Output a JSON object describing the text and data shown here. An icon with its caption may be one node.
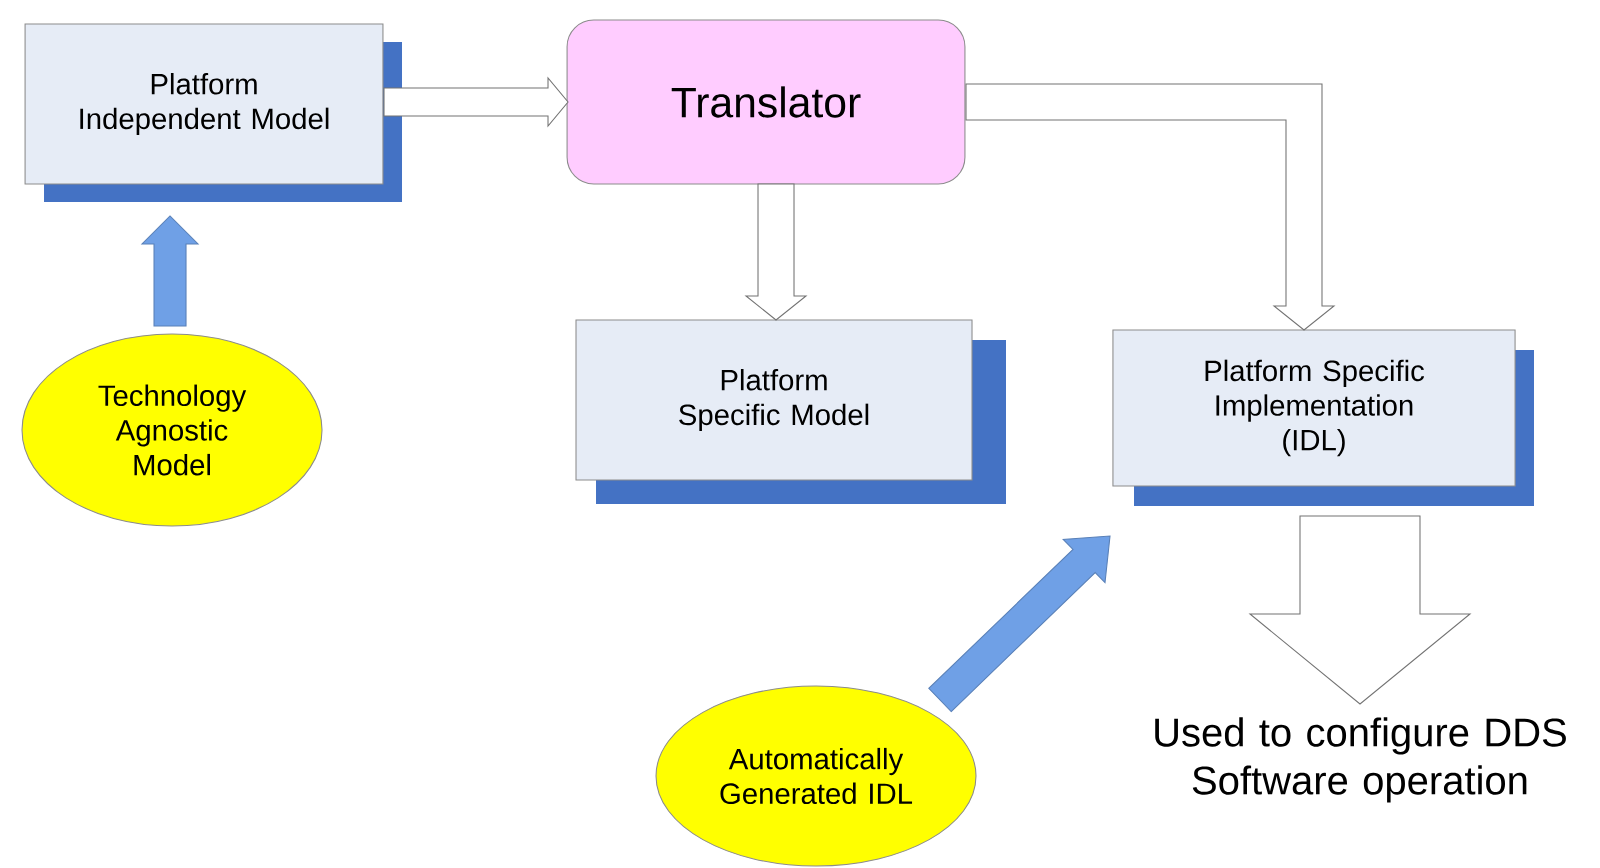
{
  "diagram": {
    "nodes": [
      {
        "text": [
          "Platform Independent Model"
        ]
      },
      {
        "text": [
          "Translator"
        ]
      },
      {
        "text": [
          "Platform Specific Model"
        ]
      },
      {
        "text": [
          "Platform Specific Implementation (IDL)"
        ]
      },
      {
        "text": [
          "Technology Agnostic Model"
        ]
      },
      {
        "text": [
          "Automatically Generated IDL"
        ]
      },
      {
        "text": [
          "Used to configure DDS Software operation"
        ]
      }
    ],
    "edges": [
      {
        "from": 0,
        "to": 1,
        "arrow": "to"
      },
      {
        "from": 1,
        "to": 2,
        "arrow": "to"
      },
      {
        "from": 1,
        "to": 3,
        "arrow": "to"
      },
      {
        "from": 4,
        "to": 0,
        "arrow": "to",
        "color": "#6fa0e6"
      },
      {
        "from": 5,
        "to": 3,
        "arrow": "to",
        "color": "#6fa0e6"
      },
      {
        "from": 3,
        "to": 6,
        "arrow": "to"
      }
    ]
  }
}
